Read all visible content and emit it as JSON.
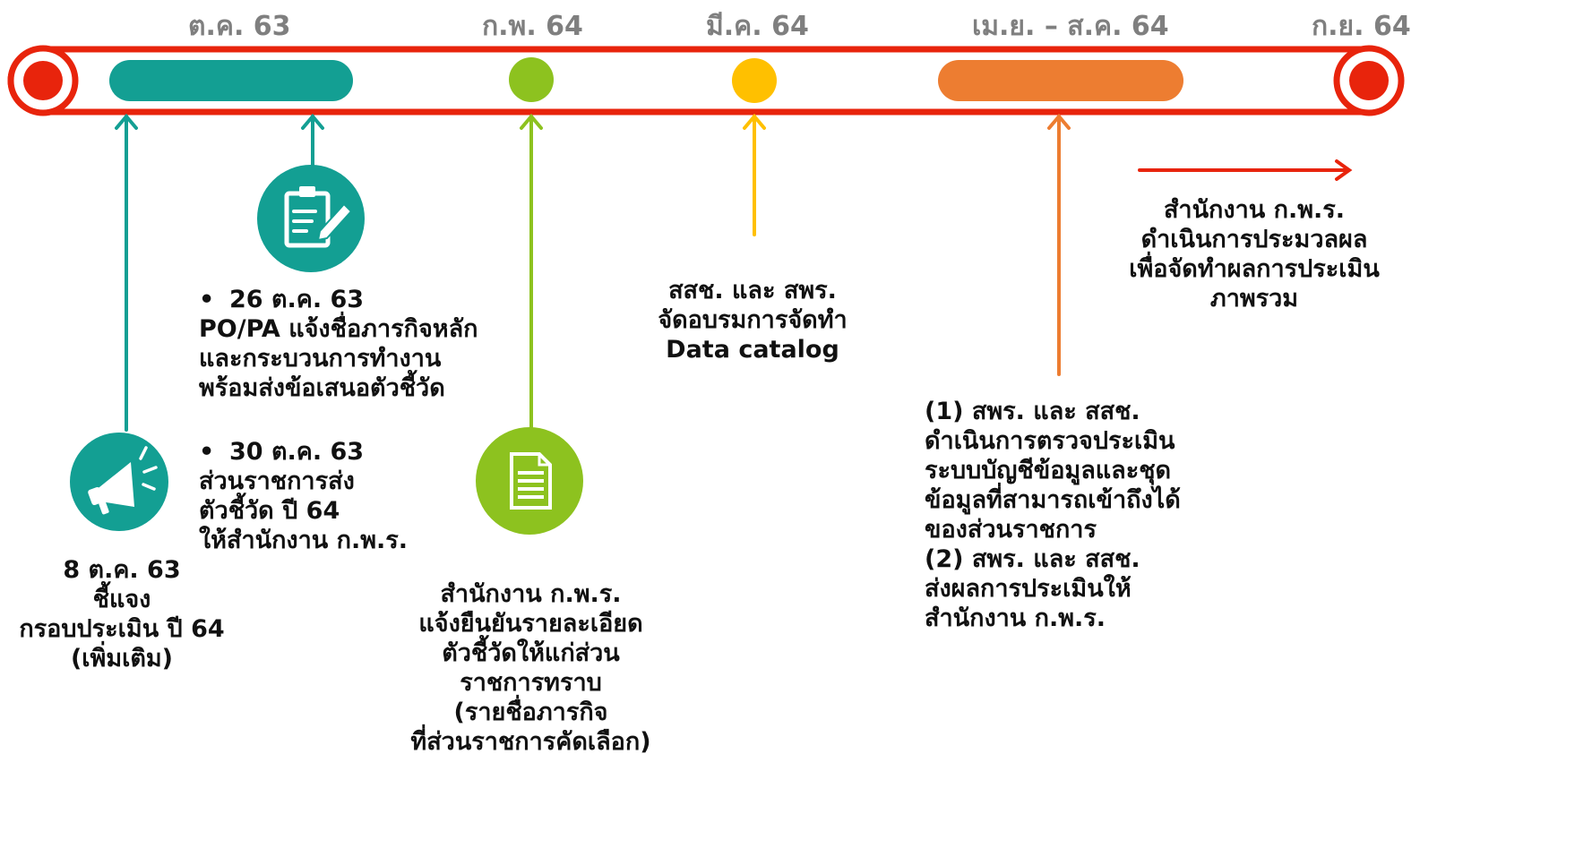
{
  "months": [
    "ต.ค. 63",
    "ก.พ. 64",
    "มี.ค. 64",
    "เม.ย. – ส.ค. 64",
    "ก.ย. 64"
  ],
  "colors": {
    "track": "#e8240c",
    "teal": "#139f93",
    "green": "#8dc21f",
    "yellow": "#ffc000",
    "orange": "#ed7d31",
    "red_arrow": "#e8240c"
  },
  "icons": [
    "megaphone-icon",
    "clipboard-edit-icon",
    "document-icon"
  ],
  "events": {
    "oct8": {
      "date": "8 ต.ค. 63",
      "lines": [
        "ชี้แจง",
        "กรอบประเมิน ปี 64",
        "(เพิ่มเติม)"
      ]
    },
    "oct26": {
      "date": "26 ต.ค. 63",
      "lines": [
        "PO/PA แจ้งชื่อภารกิจหลัก",
        "และกระบวนการทำงาน",
        "พร้อมส่งข้อเสนอตัวชี้วัด"
      ]
    },
    "oct30": {
      "date": "30 ต.ค. 63",
      "lines": [
        "ส่วนราชการส่ง",
        "ตัวชี้วัด ปี 64",
        "ให้สำนักงาน ก.พ.ร."
      ]
    },
    "feb": {
      "lines": [
        "สำนักงาน ก.พ.ร.",
        "แจ้งยืนยันรายละเอียด",
        "ตัวชี้วัดให้แก่ส่วน",
        "ราชการทราบ",
        "(รายชื่อภารกิจ",
        "ที่ส่วนราชการคัดเลือก)"
      ]
    },
    "mar": {
      "lines": [
        "สสช. และ สพร.",
        "จัดอบรมการจัดทำ",
        "Data catalog"
      ]
    },
    "apr_aug": {
      "lines": [
        "(1) สพร. และ สสช.",
        "ดำเนินการตรวจประเมิน",
        "ระบบบัญชีข้อมูลและชุด",
        "ข้อมูลที่สามารถเข้าถึงได้",
        "ของส่วนราชการ",
        "(2) สพร. และ สสช.",
        "ส่งผลการประเมินให้",
        "สำนักงาน ก.พ.ร."
      ]
    },
    "sep": {
      "lines": [
        "สำนักงาน ก.พ.ร.",
        "ดำเนินการประมวลผล",
        "เพื่อจัดทำผลการประเมิน",
        "ภาพรวม"
      ]
    }
  }
}
